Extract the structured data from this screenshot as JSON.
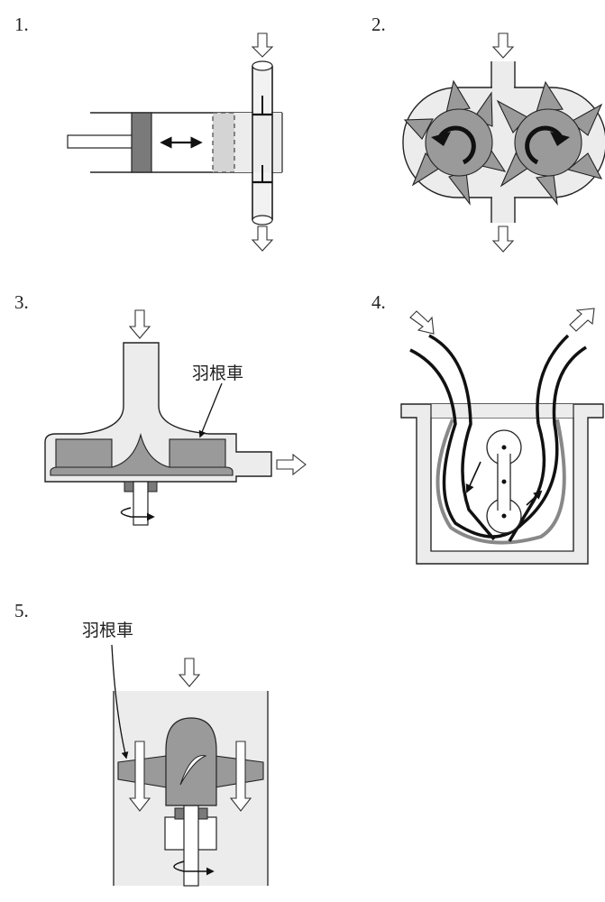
{
  "panels": [
    {
      "number": "1."
    },
    {
      "number": "2."
    },
    {
      "number": "3.",
      "label": "羽根車"
    },
    {
      "number": "4."
    },
    {
      "number": "5.",
      "label": "羽根車"
    }
  ]
}
